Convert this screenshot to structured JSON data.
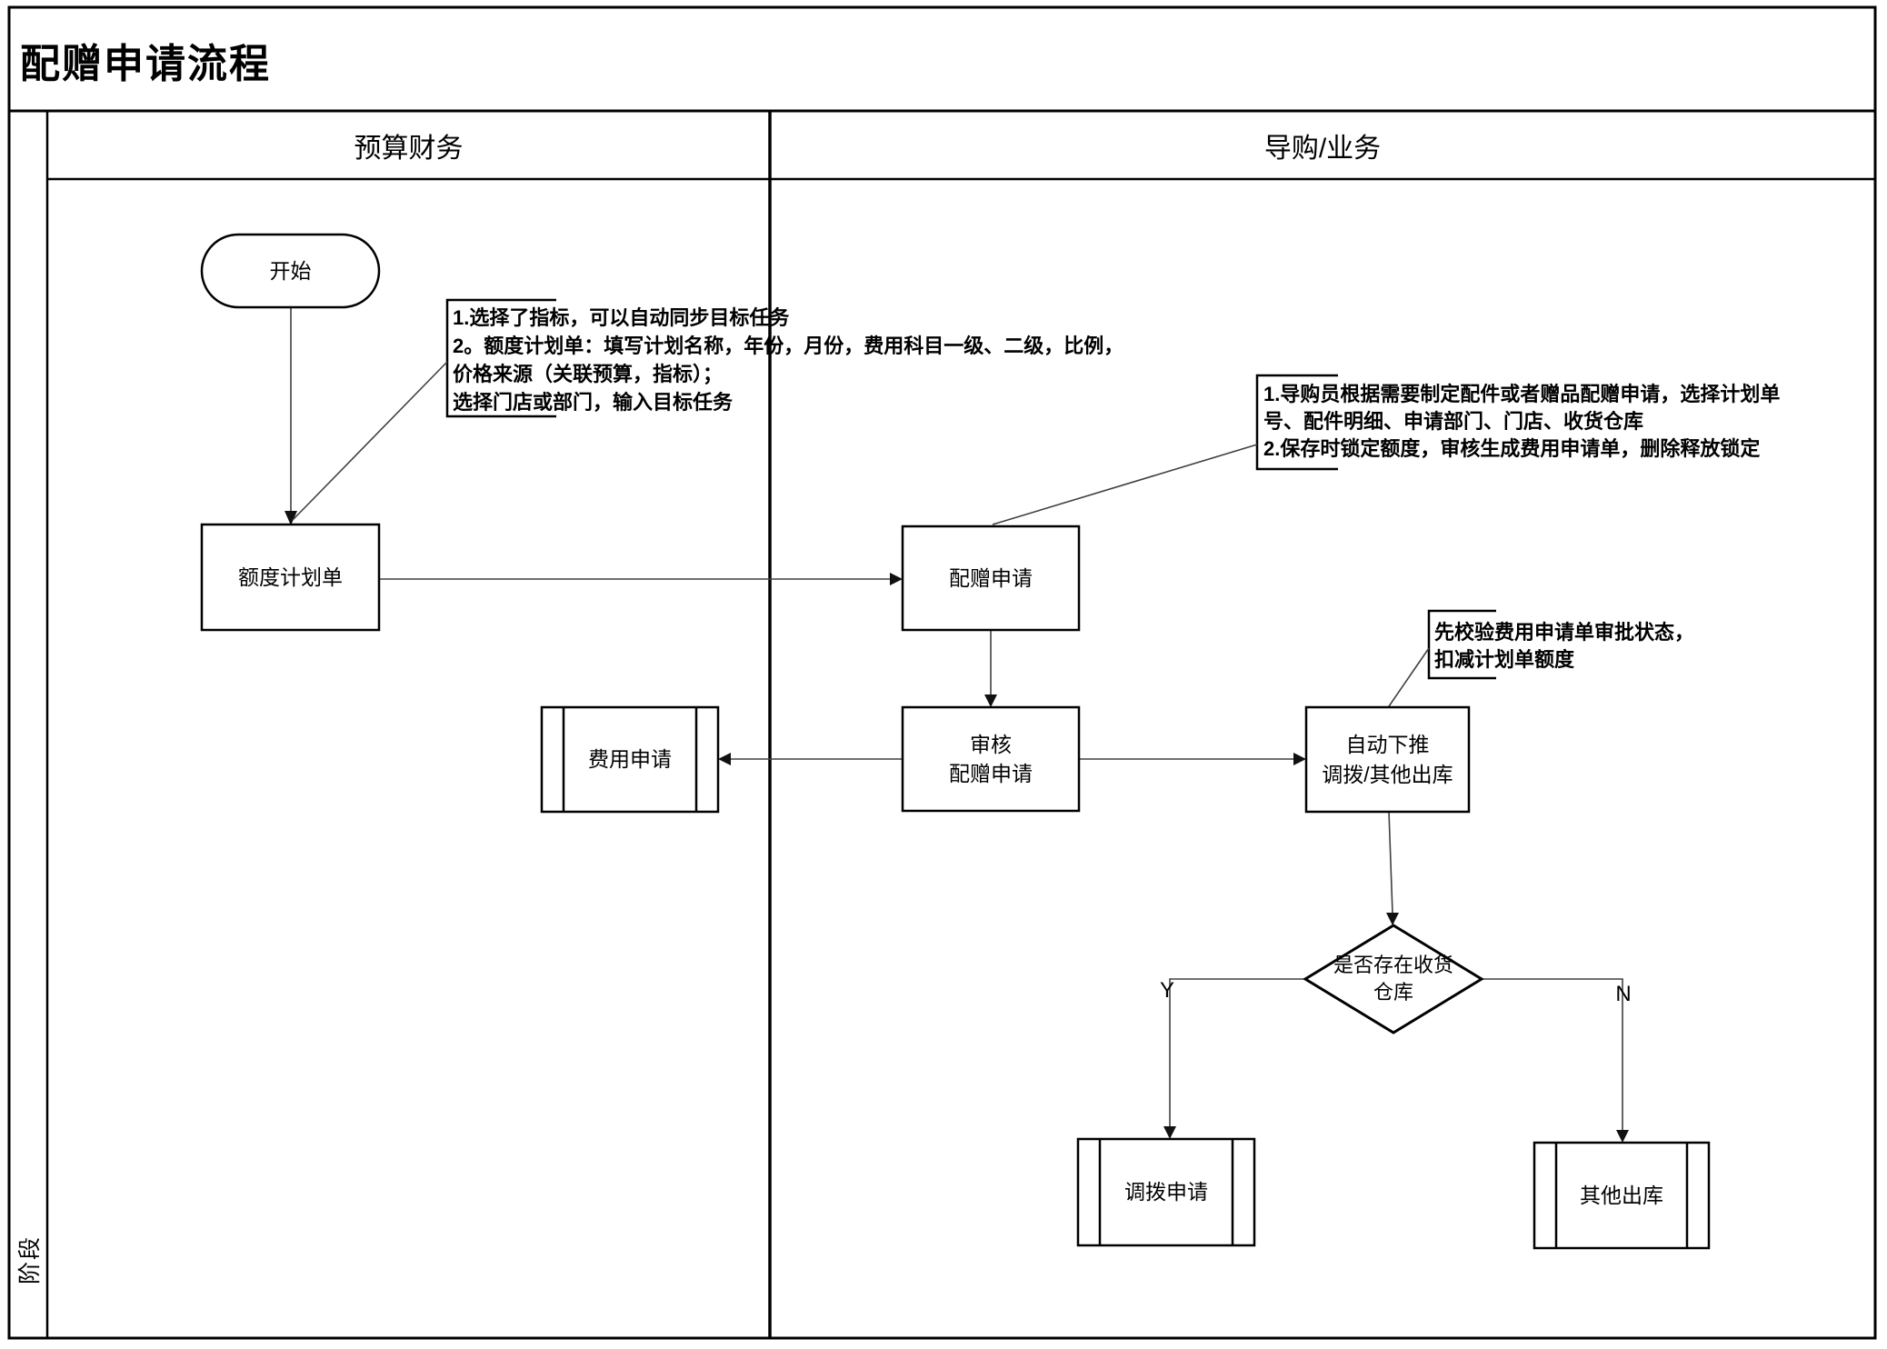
{
  "title": "配赠申请流程",
  "phase_label": "阶段",
  "lanes": [
    {
      "label": "预算财务"
    },
    {
      "label": "导购/业务"
    }
  ],
  "nodes": {
    "start": {
      "label": "开始",
      "shape": "terminator"
    },
    "quota_plan": {
      "label": "额度计划单",
      "shape": "process"
    },
    "gift_request": {
      "label": "配赠申请",
      "shape": "process"
    },
    "review": {
      "label": "审核\n配赠申请",
      "shape": "process"
    },
    "expense_request": {
      "label": "费用申请",
      "shape": "predefined-process"
    },
    "auto_push": {
      "label": "自动下推\n调拨/其他出库",
      "shape": "process"
    },
    "decision": {
      "label": "是否存在收货\n仓库",
      "shape": "decision"
    },
    "transfer_request": {
      "label": "调拨申请",
      "shape": "predefined-process"
    },
    "other_outbound": {
      "label": "其他出库",
      "shape": "predefined-process"
    }
  },
  "annotations": {
    "quota_note": {
      "text": "1.选择了指标，可以自动同步目标任务\n2。额度计划单：填写计划名称，年份，月份，费用科目一级、二级，比例，\n价格来源（关联预算，指标）；\n选择门店或部门，输入目标任务"
    },
    "gift_note": {
      "text": "1.导购员根据需要制定配件或者赠品配赠申请，选择计划单\n号、配件明细、申请部门、门店、收货仓库\n2.保存时锁定额度，审核生成费用申请单，删除释放锁定"
    },
    "check_note": {
      "text": "先校验费用申请单审批状态，\n扣减计划单额度"
    }
  },
  "branch_labels": {
    "yes": "Y",
    "no": "N"
  },
  "colors": {
    "line": "#000000",
    "connector": "#404040",
    "background": "#ffffff",
    "text": "#000000"
  }
}
